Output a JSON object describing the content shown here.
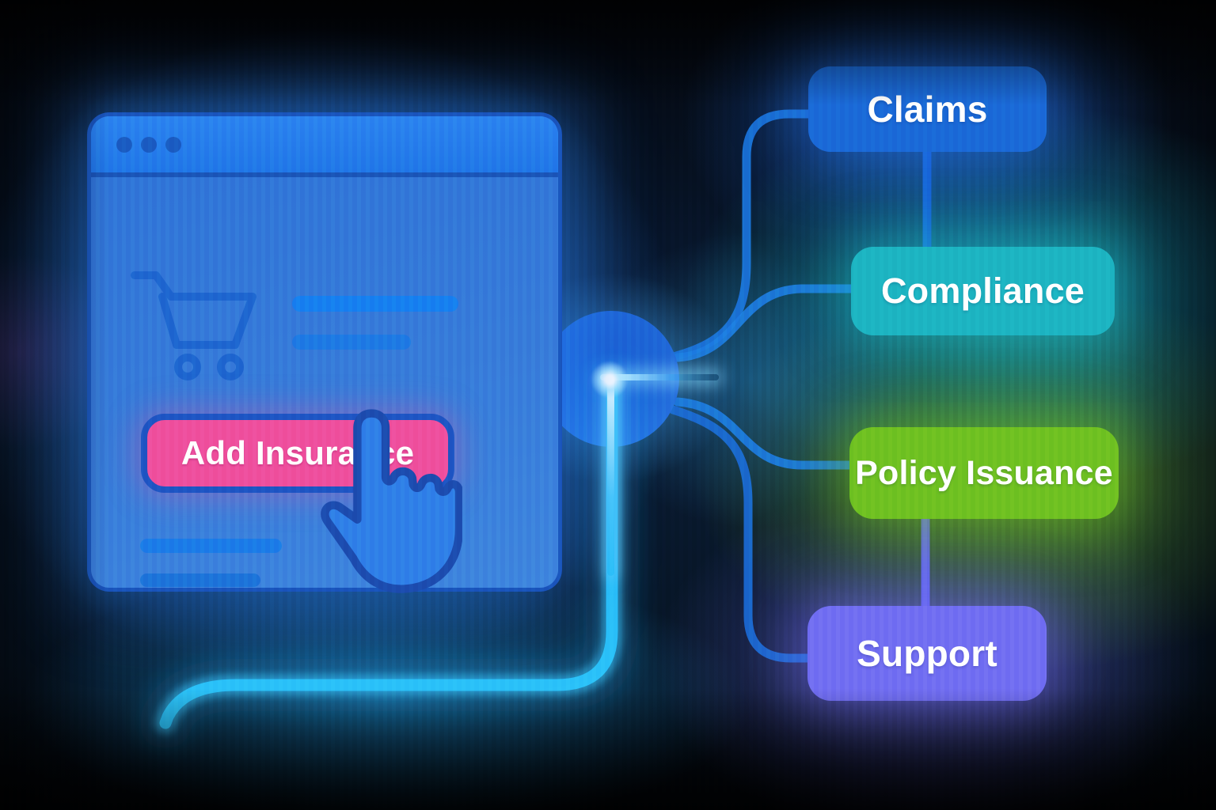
{
  "illustration": {
    "browser": {
      "window_controls": {
        "dots": 3,
        "color": "#1a5cc2"
      },
      "cart_icon": "shopping-cart-icon",
      "add_insurance_button": {
        "label": "Add Insurance",
        "background_color": "#ef4f9e",
        "border_color": "#1e55c4",
        "text_color": "#ffffff"
      },
      "cursor_icon": "hand-pointer-cursor-icon"
    },
    "hub": {
      "color": "#2068d8"
    },
    "glow_line_color": "#2bc2f9",
    "nodes": [
      {
        "id": "claims",
        "label": "Claims",
        "color": "#1a6ad8"
      },
      {
        "id": "compliance",
        "label": "Compliance",
        "color": "#1db5c2"
      },
      {
        "id": "policy-issuance",
        "label": "Policy Issuance",
        "color": "#6fc122"
      },
      {
        "id": "support",
        "label": "Support",
        "color": "#716ef2"
      }
    ]
  }
}
